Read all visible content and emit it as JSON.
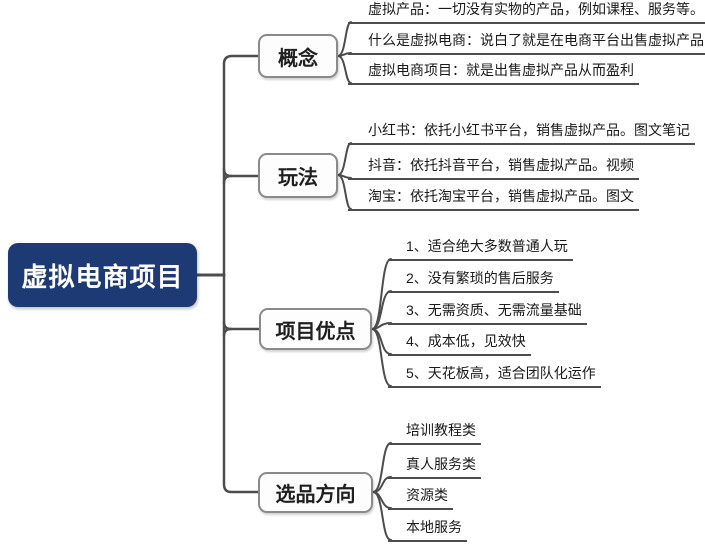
{
  "root": {
    "label": "虚拟电商项目"
  },
  "branches": [
    {
      "label": "概念",
      "children": [
        "虚拟产品：一切没有实物的产品，例如课程、服务等。",
        "什么是虚拟电商：说白了就是在电商平台出售虚拟产品",
        "虚拟电商项目：就是出售虚拟产品从而盈利"
      ]
    },
    {
      "label": "玩法",
      "children": [
        "小红书：依托小红书平台，销售虚拟产品。图文笔记",
        "抖音：依托抖音平台，销售虚拟产品。视频",
        "淘宝：依托淘宝平台，销售虚拟产品。图文"
      ]
    },
    {
      "label": "项目优点",
      "children": [
        "1、适合绝大多数普通人玩",
        "2、没有繁琐的售后服务",
        "3、无需资质、无需流量基础",
        "4、成本低，见效快",
        "5、天花板高，适合团队化运作"
      ]
    },
    {
      "label": "选品方向",
      "children": [
        "培训教程类",
        "真人服务类",
        "资源类",
        "本地服务"
      ]
    }
  ],
  "colors": {
    "root_bg": "#1e3a75",
    "root_text": "#ffffff",
    "branch_border": "#8a8a8a",
    "connector_line": "#4d4d4d",
    "leaf_text": "#1a1a1a",
    "background": "#ffffff"
  }
}
